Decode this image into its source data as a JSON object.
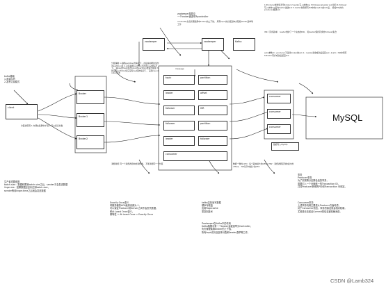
{
  "mysql": {
    "label": "MySQL"
  },
  "watermark": {
    "text": "CSDN @Lamb324"
  },
  "nodes": {
    "client": "client",
    "broker_top": "Broker",
    "broker1": "Broker1",
    "broker2": "Broker2",
    "kafka_top": "Kafka",
    "leader": "leader",
    "follower1": "follower",
    "follower2": "follower",
    "isr": "ISR",
    "consumer": "consumer",
    "partition": "partition",
    "topic": "topic",
    "offset": "offset",
    "message": "message",
    "db_write": "数据写入MySQL",
    "zk": "zookeeper"
  },
  "notes": {
    "top_left": "kafka基础\n1.消息队列\n2.发布订阅模式",
    "top_center": "zookeeper集群中\n一个broker被选举为controller",
    "top_center2": "controller负责管理集群中broker的上下线，\n所有topic的分区副本分配和leader选举等工作",
    "top_right": "1.Producer发送消息到broker\n2.leader写入本地log\n3.follower从leader pull消息\n4.follower写入本地log后向leader发送ack\n5.leader收到所有ISR中的replica的ack后，\n增加HW并向producer发送ack",
    "right_mid": "ISR（同步副本）\nleader维护了一个动态的ISR，\n和leader保持同步的follower集合",
    "right_mid2": "acks参数\n0：producer不等待broker的ack\n1：leader落盘成功后返回ack\n-1(all)：ISR中所有follower同步成功后返回ack",
    "left_mid": "分区的原因\n1.方便在集群中扩展\n2.可以提高并发",
    "center_mid": "分区策略\n1.指明partition的情况下，直接将指明的值作为partition值\n2.没有指明partition值但有key的情况下，\n将key的hash值与topic的partition数进行取余\n3.既没有partition值又没有key值的情况下，\n采用round-robin算法",
    "center_low": "消费者组\n同一个消费者组中的消费者，\n不能消费同一个分区",
    "right_low": "数据一致性\nLEO：每个副本最大的offset\nHW：消费者能见到的最大的offset，\nISR队列中最小的LEO",
    "bottom_left": "生产者重要参数\nbatch.size：数据积累到batch.size之后，sender才会发送数据\nlinger.ms：如果数据迟迟未达到batch.size，\nsender等待linger.time之后就会发送数据",
    "bottom_center": "Exactly Once语义\n将服务器的ACK级别设置为-1，\n可以保证Producer到Server之间不会丢失数据，\n即At Least Once语义。\n幂等性 + At Least Once = Exactly Once",
    "bottom_right": "kafka高效读写数据\n顺序写磁盘\n应用Pagecache\n零复制技术",
    "bottom_right2": "Zookeeper在Kafka中的作用\nKafka集群中有一个broker会被选举为Controller，\n负责管理集群broker的上下线，\n所有topic的分区副本分配和leader选举等工作。",
    "bottom_right3": "事务\nProducer事务\n为了实现跨分区跨会话的事务，\n需要引入一个全局唯一的Transaction ID，\n并将Producer获得的PID和Transaction ID绑定。",
    "bottom_right4": "Consumer事务\n上述事务机制主要是从Producer方面考虑，\n对于Consumer而言，事务的保证就会相对较弱，\n尤其是无法保证Commit的信息被精确消费。"
  }
}
